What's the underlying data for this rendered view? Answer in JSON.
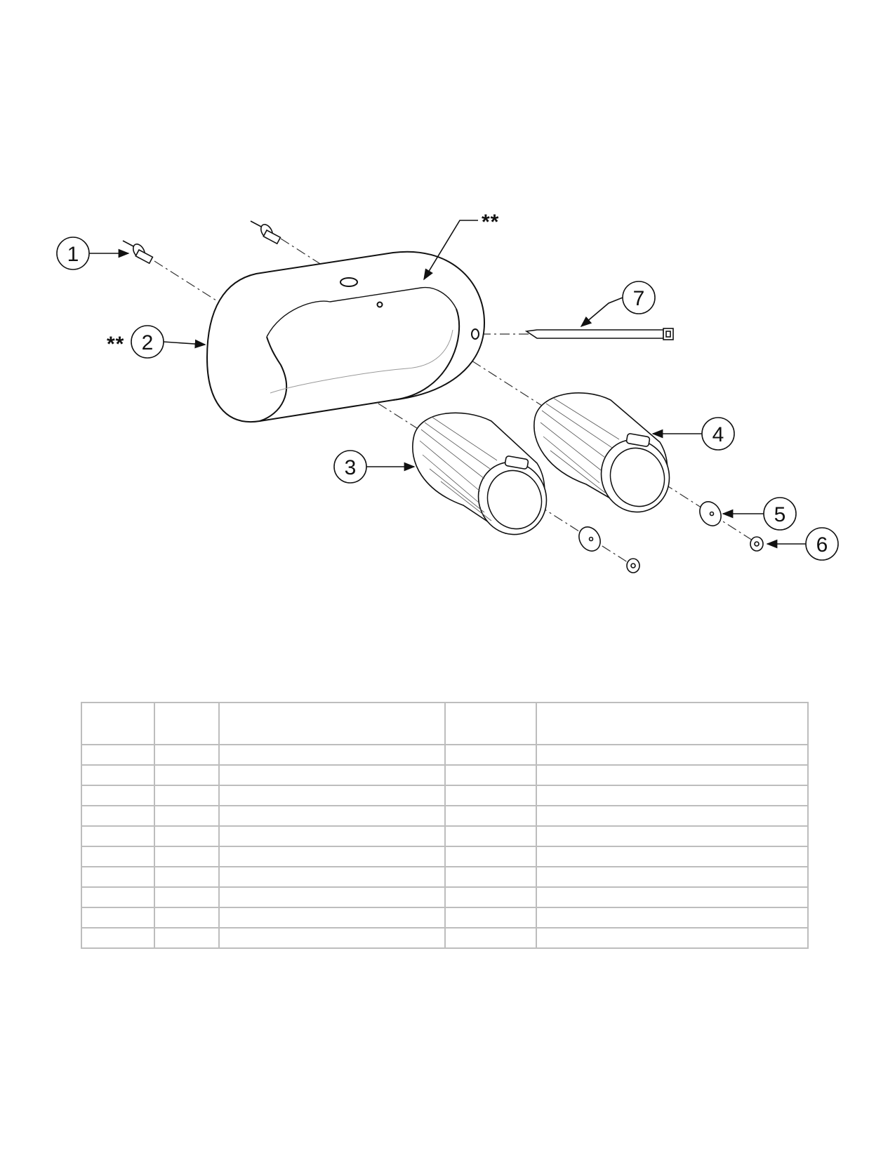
{
  "callouts": [
    {
      "id": 1,
      "label": "1"
    },
    {
      "id": 2,
      "label": "2",
      "prefix": "**"
    },
    {
      "id": 3,
      "label": "3"
    },
    {
      "id": 4,
      "label": "4"
    },
    {
      "id": 5,
      "label": "5"
    },
    {
      "id": 6,
      "label": "6"
    },
    {
      "id": 7,
      "label": "7"
    }
  ],
  "note_marker": "**",
  "table": {
    "columns": [
      "",
      "",
      "",
      "",
      ""
    ],
    "rows": [
      [
        "",
        "",
        "",
        "",
        ""
      ],
      [
        "",
        "",
        "",
        "",
        ""
      ],
      [
        "",
        "",
        "",
        "",
        ""
      ],
      [
        "",
        "",
        "",
        "",
        ""
      ],
      [
        "",
        "",
        "",
        "",
        ""
      ],
      [
        "",
        "",
        "",
        "",
        ""
      ],
      [
        "",
        "",
        "",
        "",
        ""
      ],
      [
        "",
        "",
        "",
        "",
        ""
      ],
      [
        "",
        "",
        "",
        "",
        ""
      ],
      [
        "",
        "",
        "",
        "",
        ""
      ]
    ]
  },
  "colors": {
    "line": "#111111",
    "table_border": "#bdbdbd",
    "background": "#ffffff"
  }
}
